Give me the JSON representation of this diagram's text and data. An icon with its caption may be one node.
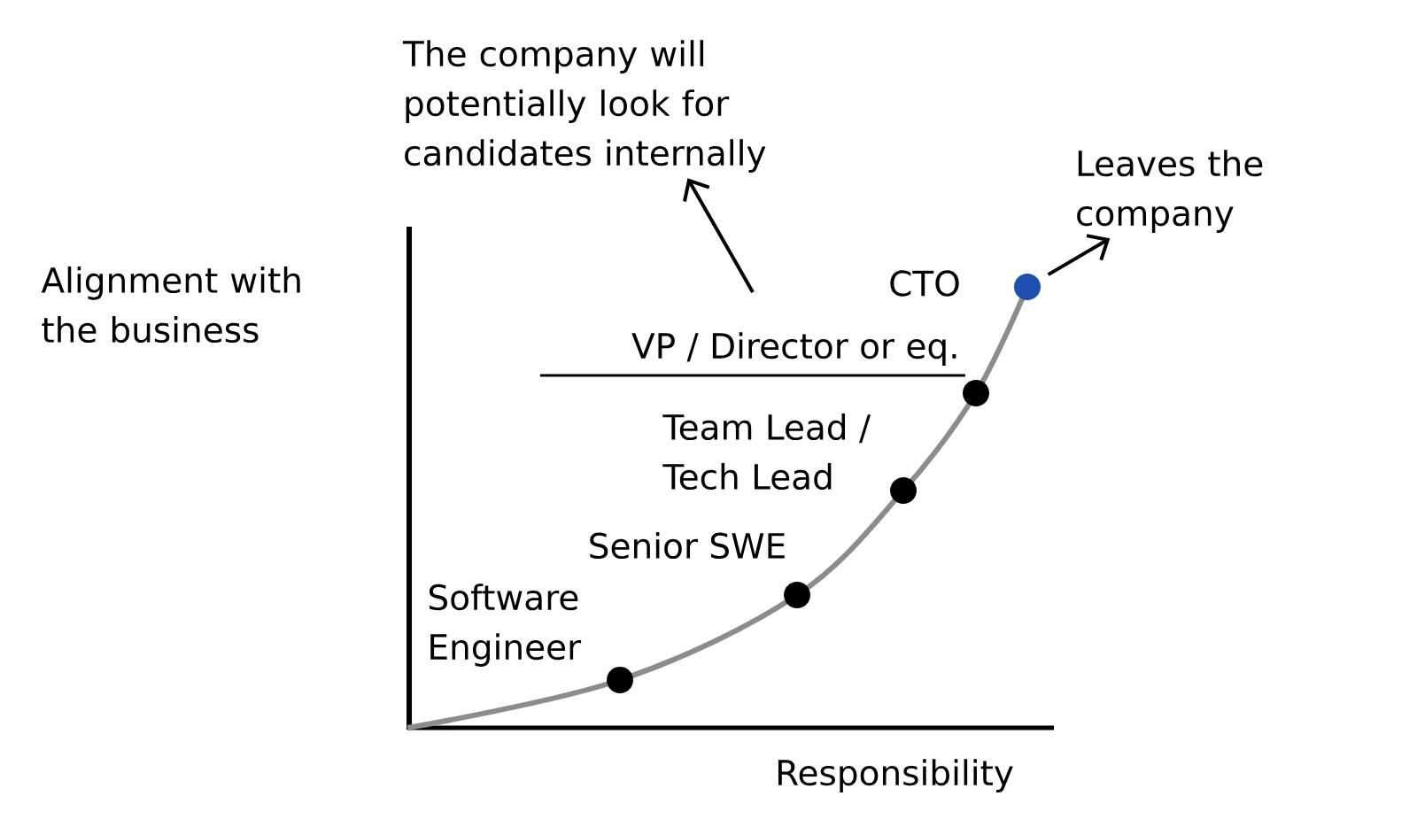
{
  "diagram": {
    "nodes": [
      {
        "text": [
          "The company will potentially look for candidates internally"
        ]
      },
      {
        "text": [
          "Leaves the company"
        ]
      },
      {
        "text": [],
        "shape": "circle",
        "beside": [
          "Software Engineer"
        ]
      },
      {
        "text": [],
        "shape": "circle",
        "beside": [
          "Senior SWE"
        ]
      },
      {
        "text": [],
        "shape": "circle",
        "beside": [
          "Team Lead / Tech Lead"
        ]
      },
      {
        "text": [],
        "shape": "circle",
        "beside": [
          "VP / Director or eq."
        ]
      },
      {
        "text": [],
        "shape": "circle",
        "beside": [
          "CTO"
        ]
      }
    ],
    "edges": [
      {
        "from": null,
        "to": 0,
        "arrow": "to"
      },
      {
        "from": 6,
        "to": 1,
        "arrow": "to"
      }
    ],
    "labels": [
      "Alignment with the business",
      "Responsibility"
    ]
  }
}
